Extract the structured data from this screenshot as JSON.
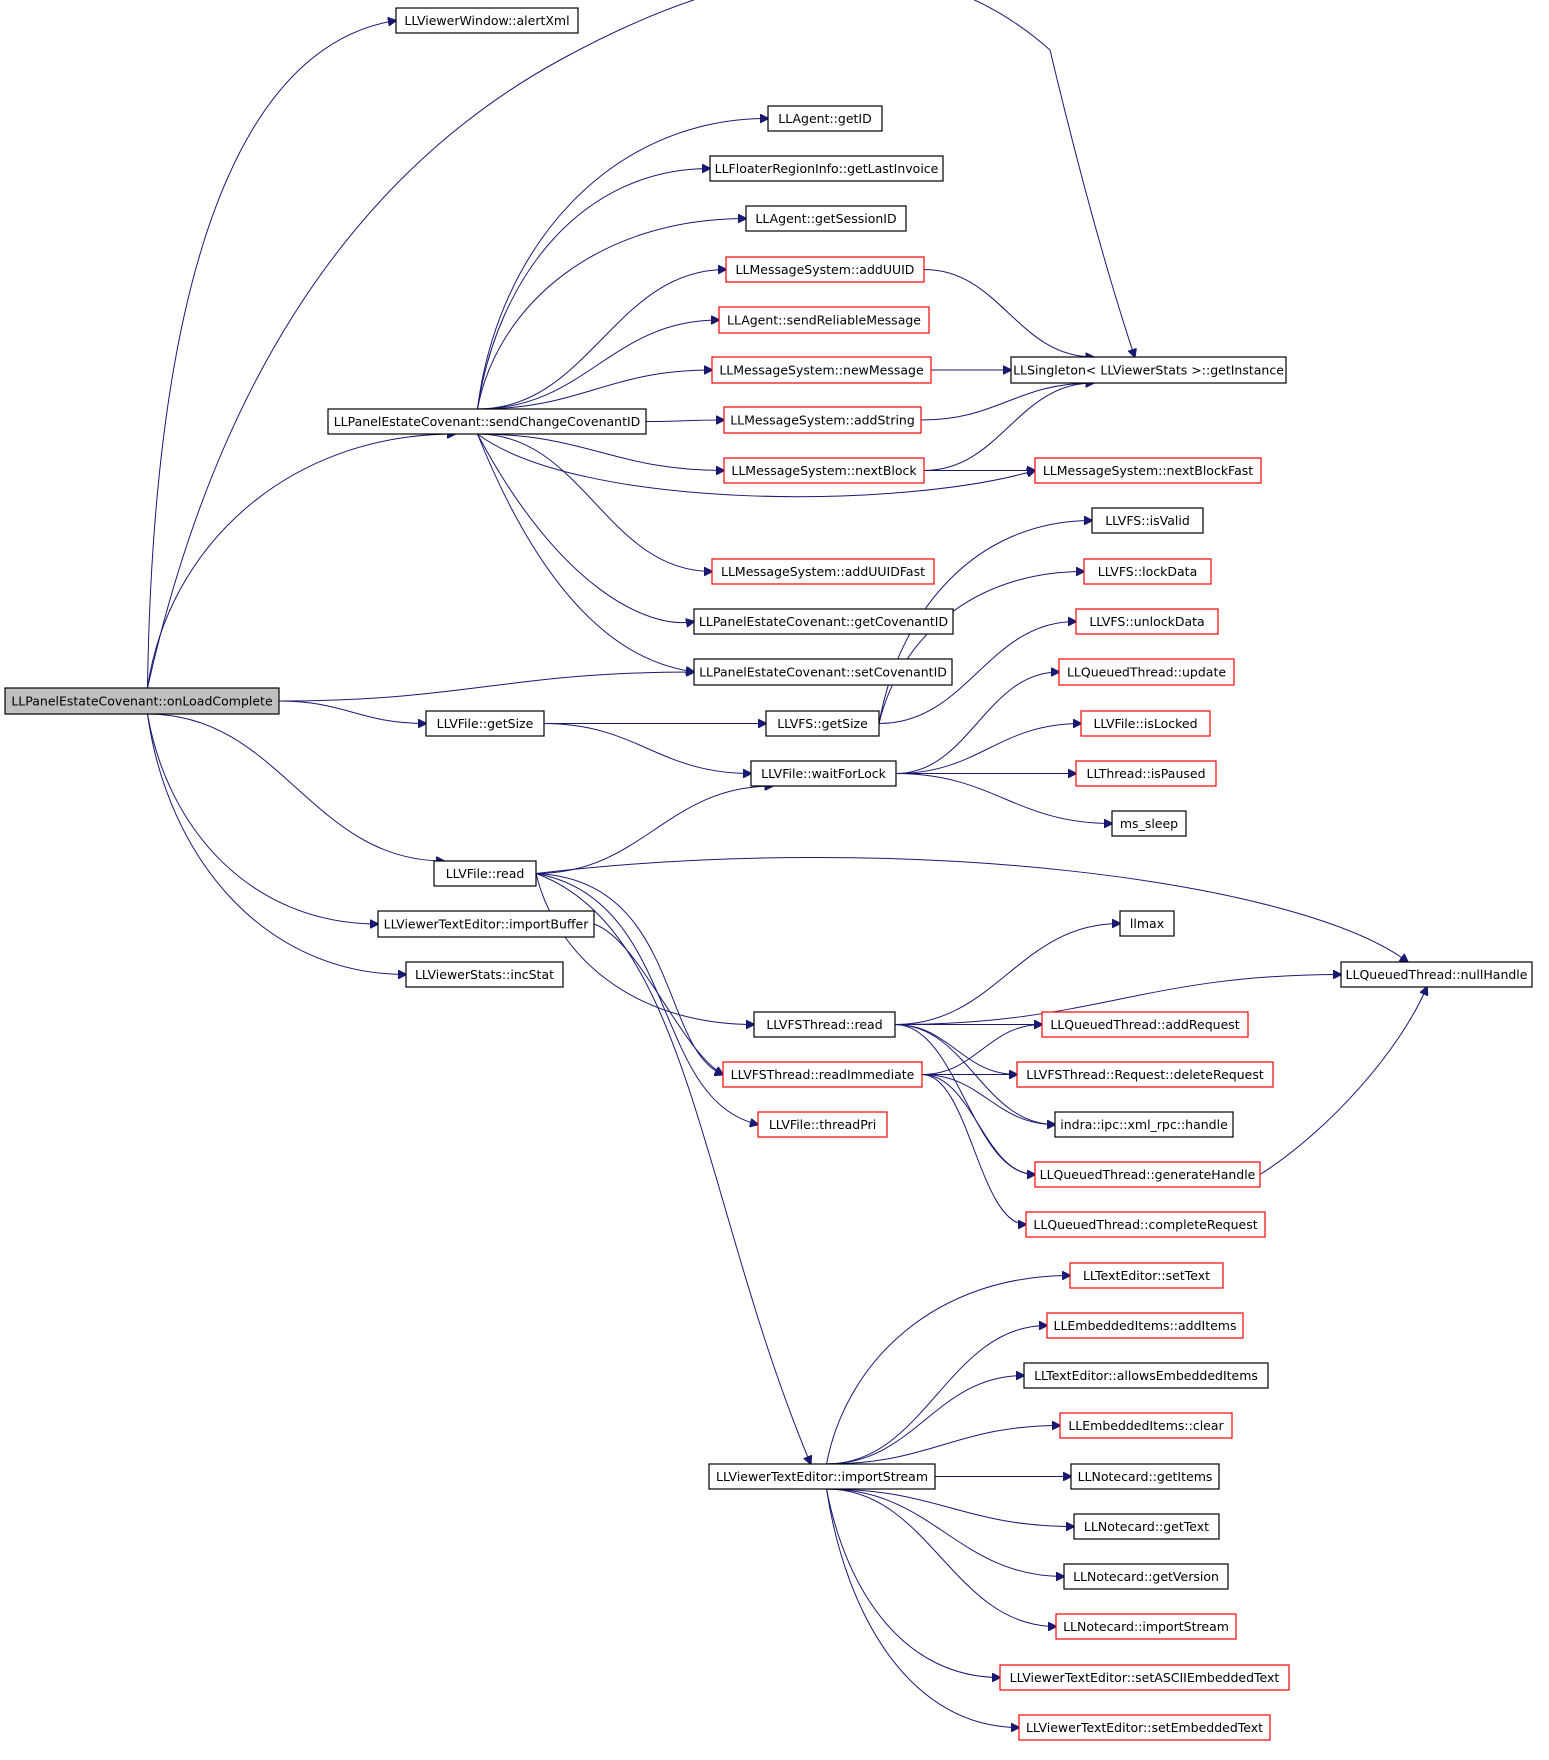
{
  "root": "LLPanelEstateCovenant::onLoadComplete",
  "nodes": [
    {
      "id": "root",
      "label": "LLPanelEstateCovenant::onLoadComplete",
      "style": "root"
    },
    {
      "id": "alertXml",
      "label": "LLViewerWindow::alertXml",
      "style": "black"
    },
    {
      "id": "sendChange",
      "label": "LLPanelEstateCovenant::sendChangeCovenantID",
      "style": "black"
    },
    {
      "id": "getID",
      "label": "LLAgent::getID",
      "style": "black"
    },
    {
      "id": "getLastInvoice",
      "label": "LLFloaterRegionInfo::getLastInvoice",
      "style": "black"
    },
    {
      "id": "getSessionID",
      "label": "LLAgent::getSessionID",
      "style": "black"
    },
    {
      "id": "addUUID",
      "label": "LLMessageSystem::addUUID",
      "style": "red"
    },
    {
      "id": "sendReliable",
      "label": "LLAgent::sendReliableMessage",
      "style": "red"
    },
    {
      "id": "newMessage",
      "label": "LLMessageSystem::newMessage",
      "style": "red"
    },
    {
      "id": "getInstance",
      "label": "LLSingleton< LLViewerStats >::getInstance",
      "style": "black"
    },
    {
      "id": "addString",
      "label": "LLMessageSystem::addString",
      "style": "red"
    },
    {
      "id": "nextBlock",
      "label": "LLMessageSystem::nextBlock",
      "style": "red"
    },
    {
      "id": "nextBlockFast",
      "label": "LLMessageSystem::nextBlockFast",
      "style": "red"
    },
    {
      "id": "isValid",
      "label": "LLVFS::isValid",
      "style": "black"
    },
    {
      "id": "addUUIDFast",
      "label": "LLMessageSystem::addUUIDFast",
      "style": "red"
    },
    {
      "id": "lockData",
      "label": "LLVFS::lockData",
      "style": "red"
    },
    {
      "id": "getCovenantID",
      "label": "LLPanelEstateCovenant::getCovenantID",
      "style": "black"
    },
    {
      "id": "unlockData",
      "label": "LLVFS::unlockData",
      "style": "red"
    },
    {
      "id": "setCovenantID",
      "label": "LLPanelEstateCovenant::setCovenantID",
      "style": "black"
    },
    {
      "id": "qtUpdate",
      "label": "LLQueuedThread::update",
      "style": "red"
    },
    {
      "id": "vfileGetSize",
      "label": "LLVFile::getSize",
      "style": "black"
    },
    {
      "id": "vfsGetSize",
      "label": "LLVFS::getSize",
      "style": "black"
    },
    {
      "id": "isLocked",
      "label": "LLVFile::isLocked",
      "style": "red"
    },
    {
      "id": "waitForLock",
      "label": "LLVFile::waitForLock",
      "style": "black"
    },
    {
      "id": "isPaused",
      "label": "LLThread::isPaused",
      "style": "red"
    },
    {
      "id": "msSleep",
      "label": "ms_sleep",
      "style": "black"
    },
    {
      "id": "vfileRead",
      "label": "LLVFile::read",
      "style": "black"
    },
    {
      "id": "importBuffer",
      "label": "LLViewerTextEditor::importBuffer",
      "style": "black"
    },
    {
      "id": "llmax",
      "label": "llmax",
      "style": "black"
    },
    {
      "id": "incStat",
      "label": "LLViewerStats::incStat",
      "style": "black"
    },
    {
      "id": "nullHandle",
      "label": "LLQueuedThread::nullHandle",
      "style": "black"
    },
    {
      "id": "vfsThreadRead",
      "label": "LLVFSThread::read",
      "style": "black"
    },
    {
      "id": "addRequest",
      "label": "LLQueuedThread::addRequest",
      "style": "red"
    },
    {
      "id": "readImmediate",
      "label": "LLVFSThread::readImmediate",
      "style": "red"
    },
    {
      "id": "deleteRequest",
      "label": "LLVFSThread::Request::deleteRequest",
      "style": "red"
    },
    {
      "id": "threadPri",
      "label": "LLVFile::threadPri",
      "style": "red"
    },
    {
      "id": "xmlRpcHandle",
      "label": "indra::ipc::xml_rpc::handle",
      "style": "black"
    },
    {
      "id": "generateHandle",
      "label": "LLQueuedThread::generateHandle",
      "style": "red"
    },
    {
      "id": "completeRequest",
      "label": "LLQueuedThread::completeRequest",
      "style": "red"
    },
    {
      "id": "setText",
      "label": "LLTextEditor::setText",
      "style": "red"
    },
    {
      "id": "addItems",
      "label": "LLEmbeddedItems::addItems",
      "style": "red"
    },
    {
      "id": "allowsEmbedded",
      "label": "LLTextEditor::allowsEmbeddedItems",
      "style": "black"
    },
    {
      "id": "embClear",
      "label": "LLEmbeddedItems::clear",
      "style": "red"
    },
    {
      "id": "importStream",
      "label": "LLViewerTextEditor::importStream",
      "style": "black"
    },
    {
      "id": "getItems",
      "label": "LLNotecard::getItems",
      "style": "black"
    },
    {
      "id": "getText",
      "label": "LLNotecard::getText",
      "style": "black"
    },
    {
      "id": "getVersion",
      "label": "LLNotecard::getVersion",
      "style": "black"
    },
    {
      "id": "ncImportStream",
      "label": "LLNotecard::importStream",
      "style": "red"
    },
    {
      "id": "setASCII",
      "label": "LLViewerTextEditor::setASCIIEmbeddedText",
      "style": "red"
    },
    {
      "id": "setEmbedded",
      "label": "LLViewerTextEditor::setEmbeddedText",
      "style": "red"
    }
  ],
  "edges": [
    [
      "root",
      "alertXml"
    ],
    [
      "root",
      "getInstance"
    ],
    [
      "root",
      "sendChange"
    ],
    [
      "root",
      "setCovenantID"
    ],
    [
      "root",
      "vfileGetSize"
    ],
    [
      "root",
      "vfileRead"
    ],
    [
      "root",
      "importBuffer"
    ],
    [
      "root",
      "incStat"
    ],
    [
      "sendChange",
      "getID"
    ],
    [
      "sendChange",
      "getLastInvoice"
    ],
    [
      "sendChange",
      "getSessionID"
    ],
    [
      "sendChange",
      "addUUID"
    ],
    [
      "sendChange",
      "sendReliable"
    ],
    [
      "sendChange",
      "newMessage"
    ],
    [
      "sendChange",
      "addString"
    ],
    [
      "sendChange",
      "nextBlock"
    ],
    [
      "sendChange",
      "nextBlockFast"
    ],
    [
      "sendChange",
      "addUUIDFast"
    ],
    [
      "sendChange",
      "getCovenantID"
    ],
    [
      "sendChange",
      "setCovenantID"
    ],
    [
      "addUUID",
      "getInstance"
    ],
    [
      "newMessage",
      "getInstance"
    ],
    [
      "addString",
      "getInstance"
    ],
    [
      "nextBlock",
      "getInstance"
    ],
    [
      "nextBlock",
      "nextBlockFast"
    ],
    [
      "vfileGetSize",
      "vfsGetSize"
    ],
    [
      "vfileGetSize",
      "waitForLock"
    ],
    [
      "vfsGetSize",
      "isValid"
    ],
    [
      "vfsGetSize",
      "lockData"
    ],
    [
      "vfsGetSize",
      "unlockData"
    ],
    [
      "waitForLock",
      "qtUpdate"
    ],
    [
      "waitForLock",
      "isLocked"
    ],
    [
      "waitForLock",
      "isPaused"
    ],
    [
      "waitForLock",
      "msSleep"
    ],
    [
      "vfileRead",
      "waitForLock"
    ],
    [
      "vfileRead",
      "nullHandle"
    ],
    [
      "vfileRead",
      "vfsThreadRead"
    ],
    [
      "vfileRead",
      "readImmediate"
    ],
    [
      "vfileRead",
      "threadPri"
    ],
    [
      "vfileRead",
      "importStream"
    ],
    [
      "importBuffer",
      "readImmediate"
    ],
    [
      "vfsThreadRead",
      "llmax"
    ],
    [
      "vfsThreadRead",
      "nullHandle"
    ],
    [
      "vfsThreadRead",
      "addRequest"
    ],
    [
      "vfsThreadRead",
      "deleteRequest"
    ],
    [
      "vfsThreadRead",
      "xmlRpcHandle"
    ],
    [
      "vfsThreadRead",
      "generateHandle"
    ],
    [
      "readImmediate",
      "addRequest"
    ],
    [
      "readImmediate",
      "deleteRequest"
    ],
    [
      "readImmediate",
      "xmlRpcHandle"
    ],
    [
      "readImmediate",
      "generateHandle"
    ],
    [
      "readImmediate",
      "completeRequest"
    ],
    [
      "generateHandle",
      "nullHandle"
    ],
    [
      "importStream",
      "setText"
    ],
    [
      "importStream",
      "addItems"
    ],
    [
      "importStream",
      "allowsEmbedded"
    ],
    [
      "importStream",
      "embClear"
    ],
    [
      "importStream",
      "getItems"
    ],
    [
      "importStream",
      "getText"
    ],
    [
      "importStream",
      "getVersion"
    ],
    [
      "importStream",
      "ncImportStream"
    ],
    [
      "importStream",
      "setASCII"
    ],
    [
      "importStream",
      "setEmbedded"
    ]
  ]
}
